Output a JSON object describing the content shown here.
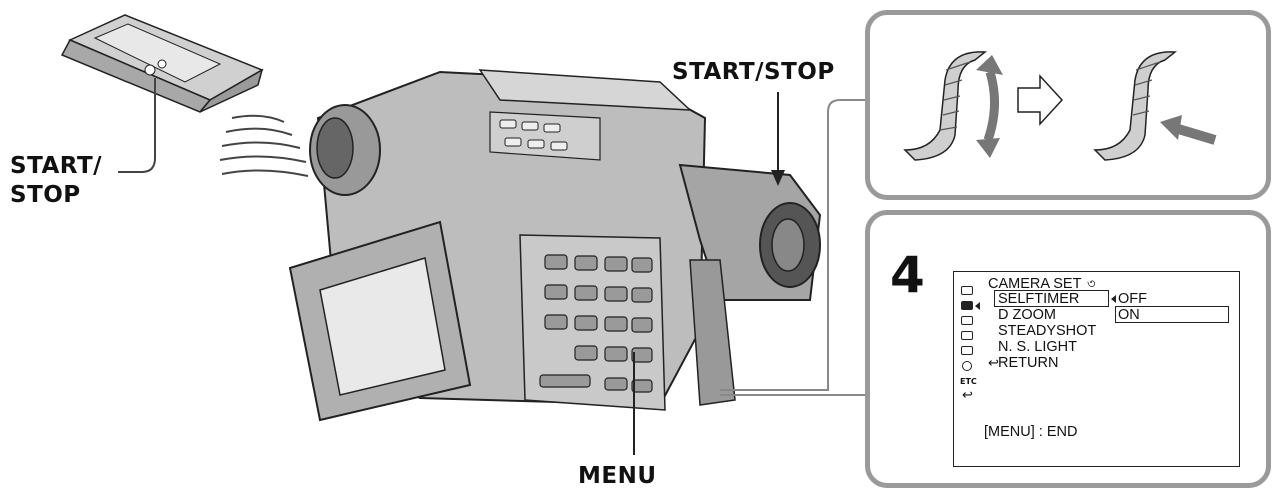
{
  "callouts": {
    "remote_start_stop": "START/\nSTOP",
    "camera_start_stop": "START/STOP",
    "menu": "MENU"
  },
  "step": "4",
  "menu_screen": {
    "header": "CAMERA SET",
    "items": [
      "SELFTIMER",
      "D ZOOM",
      "STEADYSHOT",
      "N. S. LIGHT",
      "RETURN"
    ],
    "options": [
      "OFF",
      "ON"
    ],
    "footer": "[MENU] : END"
  },
  "icons": [
    "remote-control-icon",
    "camcorder-icon",
    "dial-turn-icon",
    "right-arrow-icon",
    "dial-press-icon",
    "return-arrow-icon",
    "timer-icon"
  ],
  "colors": {
    "panel_border": "#9a9a9a",
    "line_art": "#222222",
    "fill": "#bdbdbd"
  }
}
